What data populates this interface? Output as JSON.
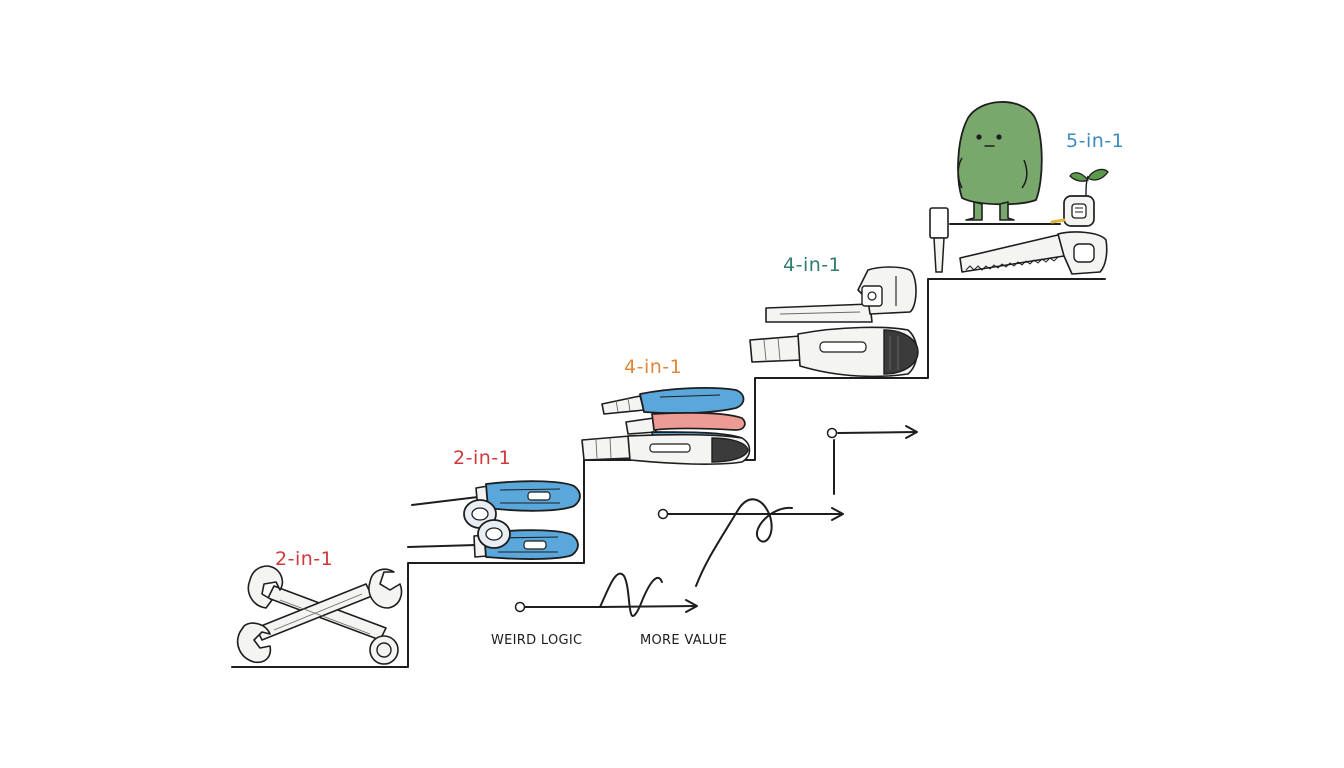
{
  "steps": [
    {
      "label": "2-in-1",
      "color": "#d0393b",
      "tools": [
        "crossed-wrench",
        "open-end-wrench"
      ]
    },
    {
      "label": "2-in-1",
      "color": "#d0393b",
      "tools": [
        "screwdriver",
        "screwdriver",
        "chain-link"
      ]
    },
    {
      "label": "4-in-1",
      "color": "#e0873a",
      "tools": [
        "utility-knife",
        "pliers",
        "utility-knife"
      ]
    },
    {
      "label": "4-in-1",
      "color": "#2f7d6d",
      "tools": [
        "pipe-wrench",
        "utility-knife"
      ]
    },
    {
      "label": "5-in-1",
      "color": "#3b8cc4",
      "tools": [
        "hand-saw",
        "tape-measure",
        "chisel",
        "sprout"
      ]
    }
  ],
  "annotations": {
    "weird_logic": "WEIRD LOGIC",
    "more_value": "MORE VALUE"
  },
  "colors": {
    "ink": "#1e1e1e",
    "tool_blue": "#5aa7dc",
    "tool_pink": "#ec9c94",
    "character_green": "#79a86c",
    "sprout_green": "#5c9a4c"
  }
}
